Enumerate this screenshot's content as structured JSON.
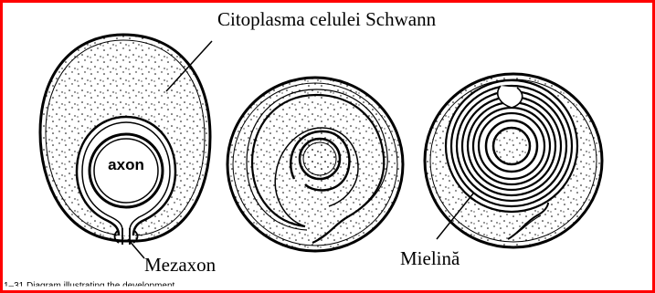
{
  "labels": {
    "cytoplasm": "Citoplasma celulei Schwann",
    "axon": "axon",
    "mesaxon": "Mezaxon",
    "myelin": "Mielină"
  },
  "caption": "1–31  Diagram illustrating the development",
  "colors": {
    "frame": "#ff0000",
    "ink": "#000000",
    "background": "#ffffff"
  }
}
